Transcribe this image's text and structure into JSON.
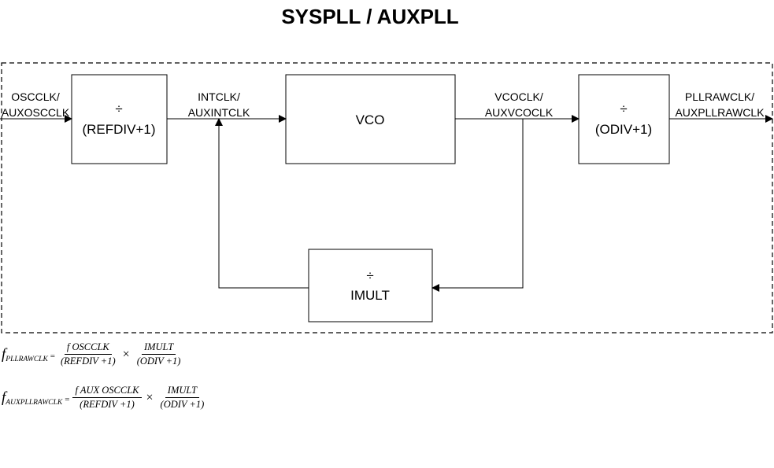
{
  "title": "SYSPLL / AUXPLL",
  "inputs": {
    "line1": "OSCCLK/",
    "line2": "AUXOSCCLK"
  },
  "intclk": {
    "line1": "INTCLK/",
    "line2": "AUXINTCLK"
  },
  "vcoclk": {
    "line1": "VCOCLK/",
    "line2": "AUXVCOCLK"
  },
  "outputs": {
    "line1": "PLLRAWCLK/",
    "line2": "AUXPLLRAWCLK"
  },
  "blocks": {
    "refdiv": {
      "symbol": "÷",
      "label": "(REFDIV+1)"
    },
    "vco": {
      "label": "VCO"
    },
    "odiv": {
      "symbol": "÷",
      "label": "(ODIV+1)"
    },
    "imult": {
      "symbol": "÷",
      "label": "IMULT"
    }
  },
  "formulas": [
    {
      "f": "f",
      "sub": "PLLRAWCLK",
      "equals": "=",
      "num1": "f OSCCLK",
      "den1": "(REFDIV +1)",
      "times": "×",
      "num2": "IMULT",
      "den2": "(ODIV +1)"
    },
    {
      "f": "f",
      "sub": "AUXPLLRAWCLK",
      "equals": "=",
      "num1": "f AUX OSCCLK",
      "den1": "(REFDIV +1)",
      "times": "×",
      "num2": "IMULT",
      "den2": "(ODIV +1)"
    }
  ]
}
